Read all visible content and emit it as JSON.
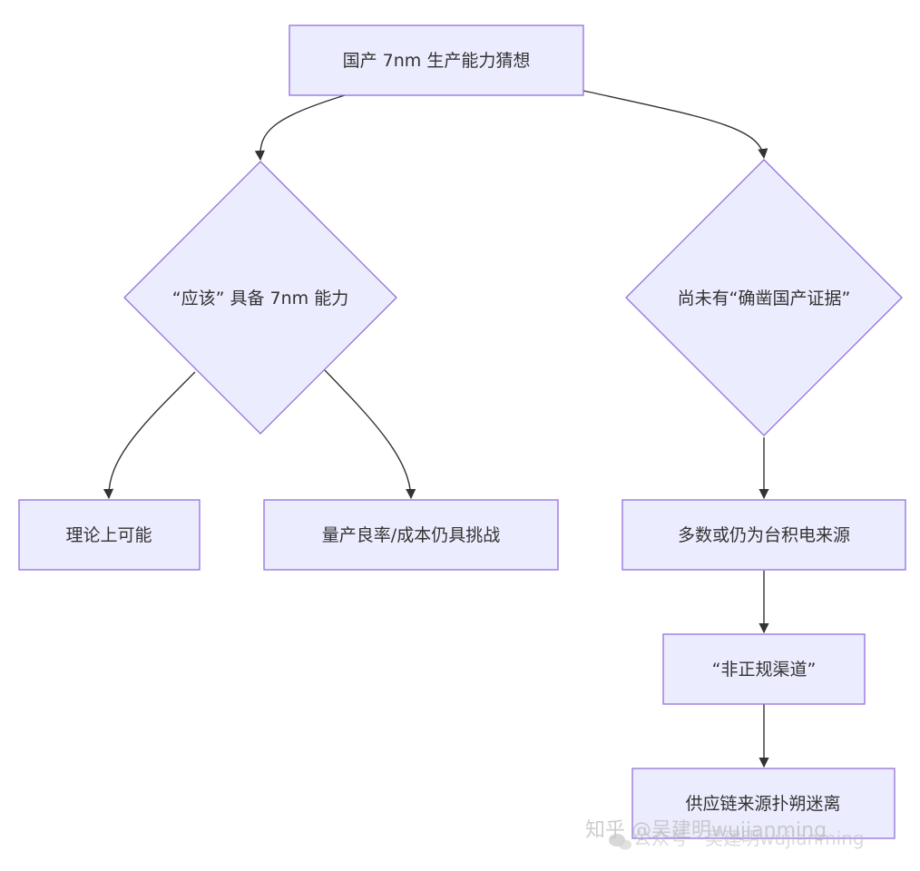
{
  "nodes": {
    "root": "国产 7nm 生产能力猜想",
    "left_decision": "“应该” 具备 7nm 能力",
    "right_decision": "尚未有“确凿国产证据”",
    "leaf_theory": "理论上可能",
    "leaf_yield": "量产良率/成本仍具挑战",
    "leaf_source": "多数或仍为台积电来源",
    "leaf_channel": "“非正规渠道”",
    "leaf_supply": "供应链来源扑朔迷离"
  },
  "watermark": {
    "text_1": "知乎 @吴建明wujianming",
    "text_2": "公众号 · 吴建明wujianming"
  },
  "colors": {
    "node_fill": "#ECECFF",
    "node_stroke": "#9370DB",
    "edge": "#333333",
    "text": "#333333"
  }
}
